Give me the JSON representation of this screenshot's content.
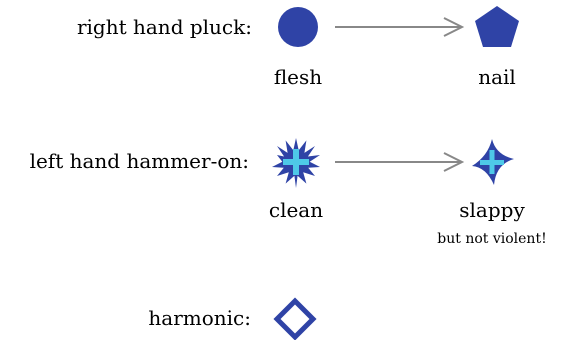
{
  "colors": {
    "symbol_fill": "#2f43a6",
    "star_cross": "#4ec9e8",
    "arrow": "#888888",
    "text": "#1a1a1a",
    "background": "#ffffff"
  },
  "rows": [
    {
      "label": "right hand pluck:",
      "from": {
        "icon": "filled-circle",
        "label": "flesh"
      },
      "to": {
        "icon": "filled-pentagon",
        "label": "nail"
      }
    },
    {
      "label": "left hand hammer-on:",
      "from": {
        "icon": "spiky-star-with-cross",
        "label": "clean"
      },
      "to": {
        "icon": "four-point-star-with-cross",
        "label": "slappy",
        "note": "but not violent!"
      }
    },
    {
      "label": "harmonic:",
      "from": {
        "icon": "outlined-diamond"
      }
    }
  ]
}
